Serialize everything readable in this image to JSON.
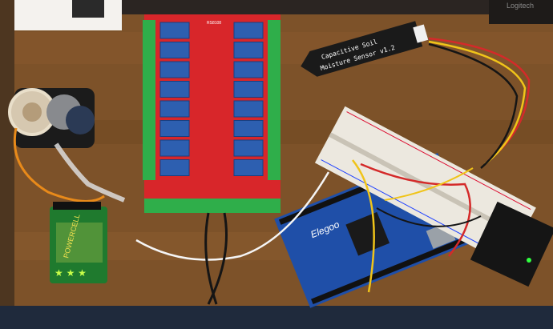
{
  "photo": {
    "colors": {
      "table": "#8a5a2e",
      "table_dark": "#6d4522",
      "relay_board": "#d8262a",
      "relay": "#2d5fb0",
      "terminal": "#2fae4a",
      "sensor": "#1a1a1a",
      "breadboard": "#ece8df",
      "arduino": "#1f4fa8",
      "battery": "#1f7a2e",
      "wire_red": "#d42a2a",
      "wire_yellow": "#f0c419",
      "wire_orange": "#e88a1a",
      "wire_white": "#f5f5f5",
      "wire_black": "#151515"
    },
    "labels": {
      "brand_top_right": "Logitech",
      "sensor_line1": "Capacitive Soil",
      "sensor_line2": "Moisture Sensor v1.2",
      "relay_board_model": "RS8108",
      "battery_brand": "POWERCELL",
      "battery_brand2": "POWERCELL",
      "arduino_brand": "Elegoo"
    },
    "counts": {
      "relays": 16
    }
  }
}
